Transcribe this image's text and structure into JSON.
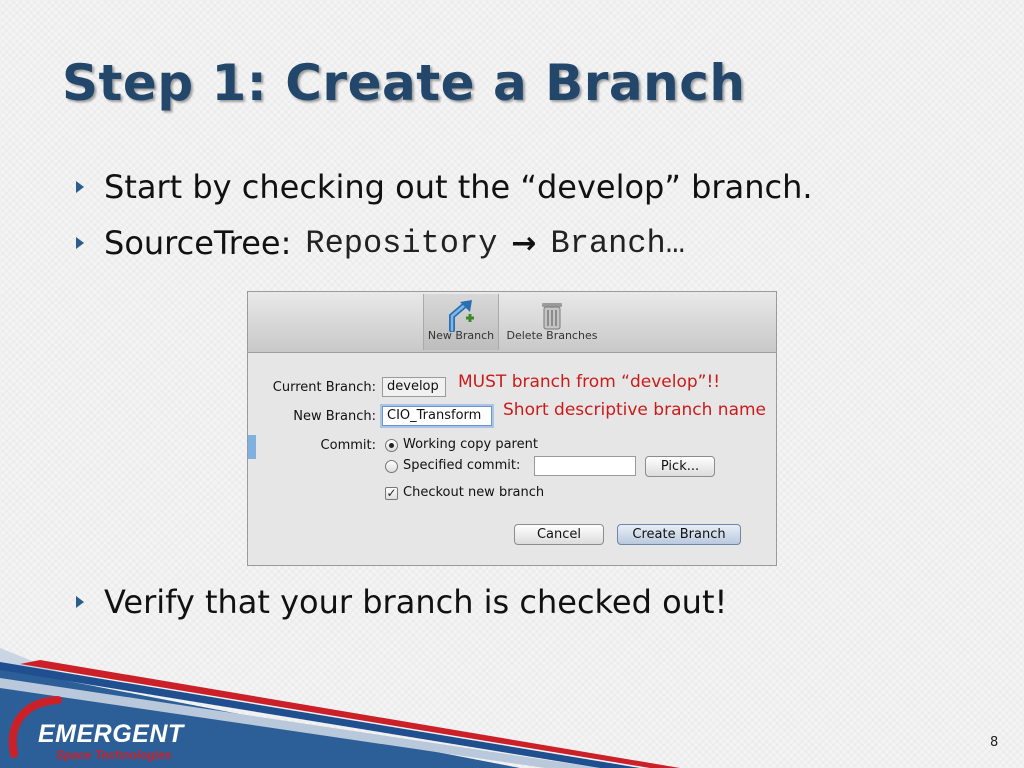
{
  "slide": {
    "title": "Step 1: Create a Branch",
    "bullets": {
      "b1": "Start by checking out the “develop” branch.",
      "b2_prefix": "SourceTree:",
      "b2_mono1": "Repository",
      "b2_arrow": "→",
      "b2_mono2": "Branch…",
      "b3": "Verify that your branch is checked out!"
    },
    "page_number": "8"
  },
  "screenshot": {
    "toolbar": {
      "new_branch_label": "New Branch",
      "delete_branches_label": "Delete Branches"
    },
    "dialog": {
      "current_branch_label": "Current Branch:",
      "current_branch_value": "develop",
      "new_branch_label": "New Branch:",
      "new_branch_value": "CIO_Transform",
      "commit_label": "Commit:",
      "option_working_copy": "Working copy parent",
      "option_specified_commit": "Specified commit:",
      "specified_commit_value": "",
      "pick_button": "Pick...",
      "checkout_label": "Checkout new branch",
      "cancel_button": "Cancel",
      "create_button": "Create Branch"
    },
    "annotations": {
      "must_branch": "MUST branch from “develop”!!",
      "short_name": "Short descriptive branch name"
    }
  },
  "logo": {
    "name": "EMERGENT",
    "tagline": "Space Technologies"
  },
  "colors": {
    "title": "#23476b",
    "annotation": "#cc1a1a",
    "logo_red": "#cc2028",
    "logo_blue": "#1f4f8f"
  }
}
